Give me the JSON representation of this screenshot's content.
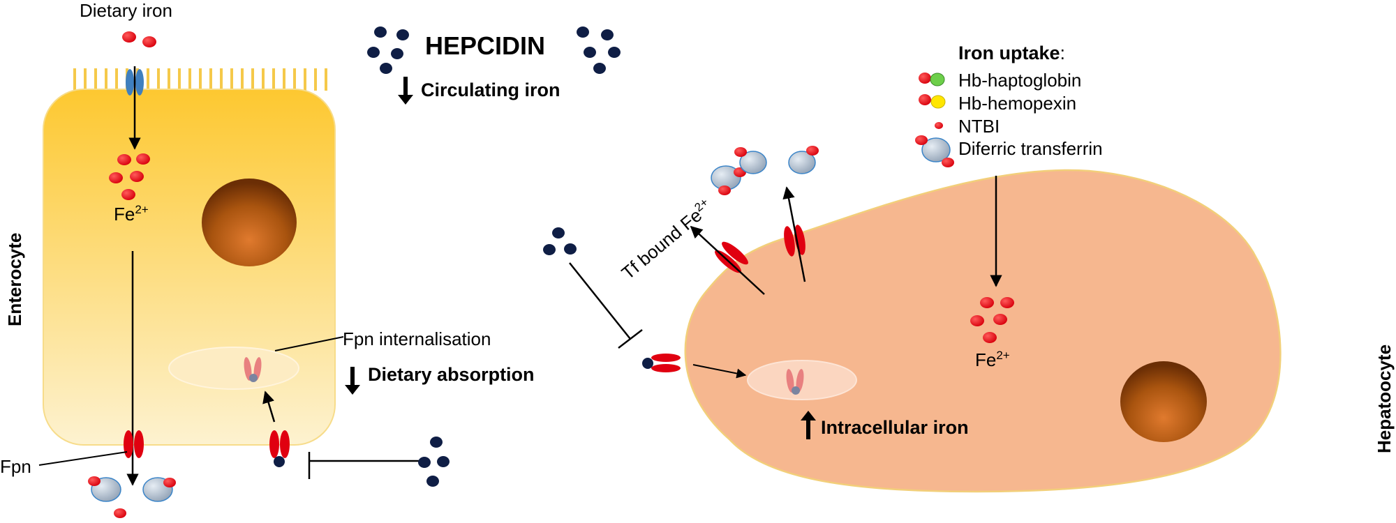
{
  "labels": {
    "dietary_iron": "Dietary iron",
    "hepcidin": "HEPCIDIN",
    "circulating_iron": "Circulating iron",
    "enterocyte": "Enterocyte",
    "hepatocyte": "Hepatoocyte",
    "fe2_base": "Fe",
    "fe2_sup": "2+",
    "fpn": "Fpn",
    "fpn_internalisation": "Fpn internalisation",
    "dietary_absorption": "Dietary absorption",
    "tf_bound_base": "Tf bound Fe",
    "tf_bound_sup": "2+",
    "intracellular_iron": "Intracellular iron"
  },
  "legend": {
    "title": "Iron uptake",
    "title_colon": ":",
    "items": [
      {
        "label": "Hb-haptoglobin",
        "icon": "red-green-dot-pair"
      },
      {
        "label": "Hb-hemopexin",
        "icon": "red-yellow-dot-pair"
      },
      {
        "label": "NTBI",
        "icon": "red-dot"
      },
      {
        "label": "Diferric transferrin",
        "icon": "transferrin-with-iron"
      }
    ]
  },
  "colors": {
    "iron": "#e8000f",
    "hepcidin": "#0f1e45",
    "transferrin": "#aab8c8",
    "enterocyte_top": "#fdc830",
    "enterocyte_bottom": "#fdf2d0",
    "hepatocyte": "#f6b78f",
    "nucleus": "#a04a0c",
    "fpn_channel": "#e00010",
    "dmt1_channel": "#3f7fbf",
    "haptoglobin": "#6dcf4a",
    "hemopexin": "#ffe600"
  }
}
